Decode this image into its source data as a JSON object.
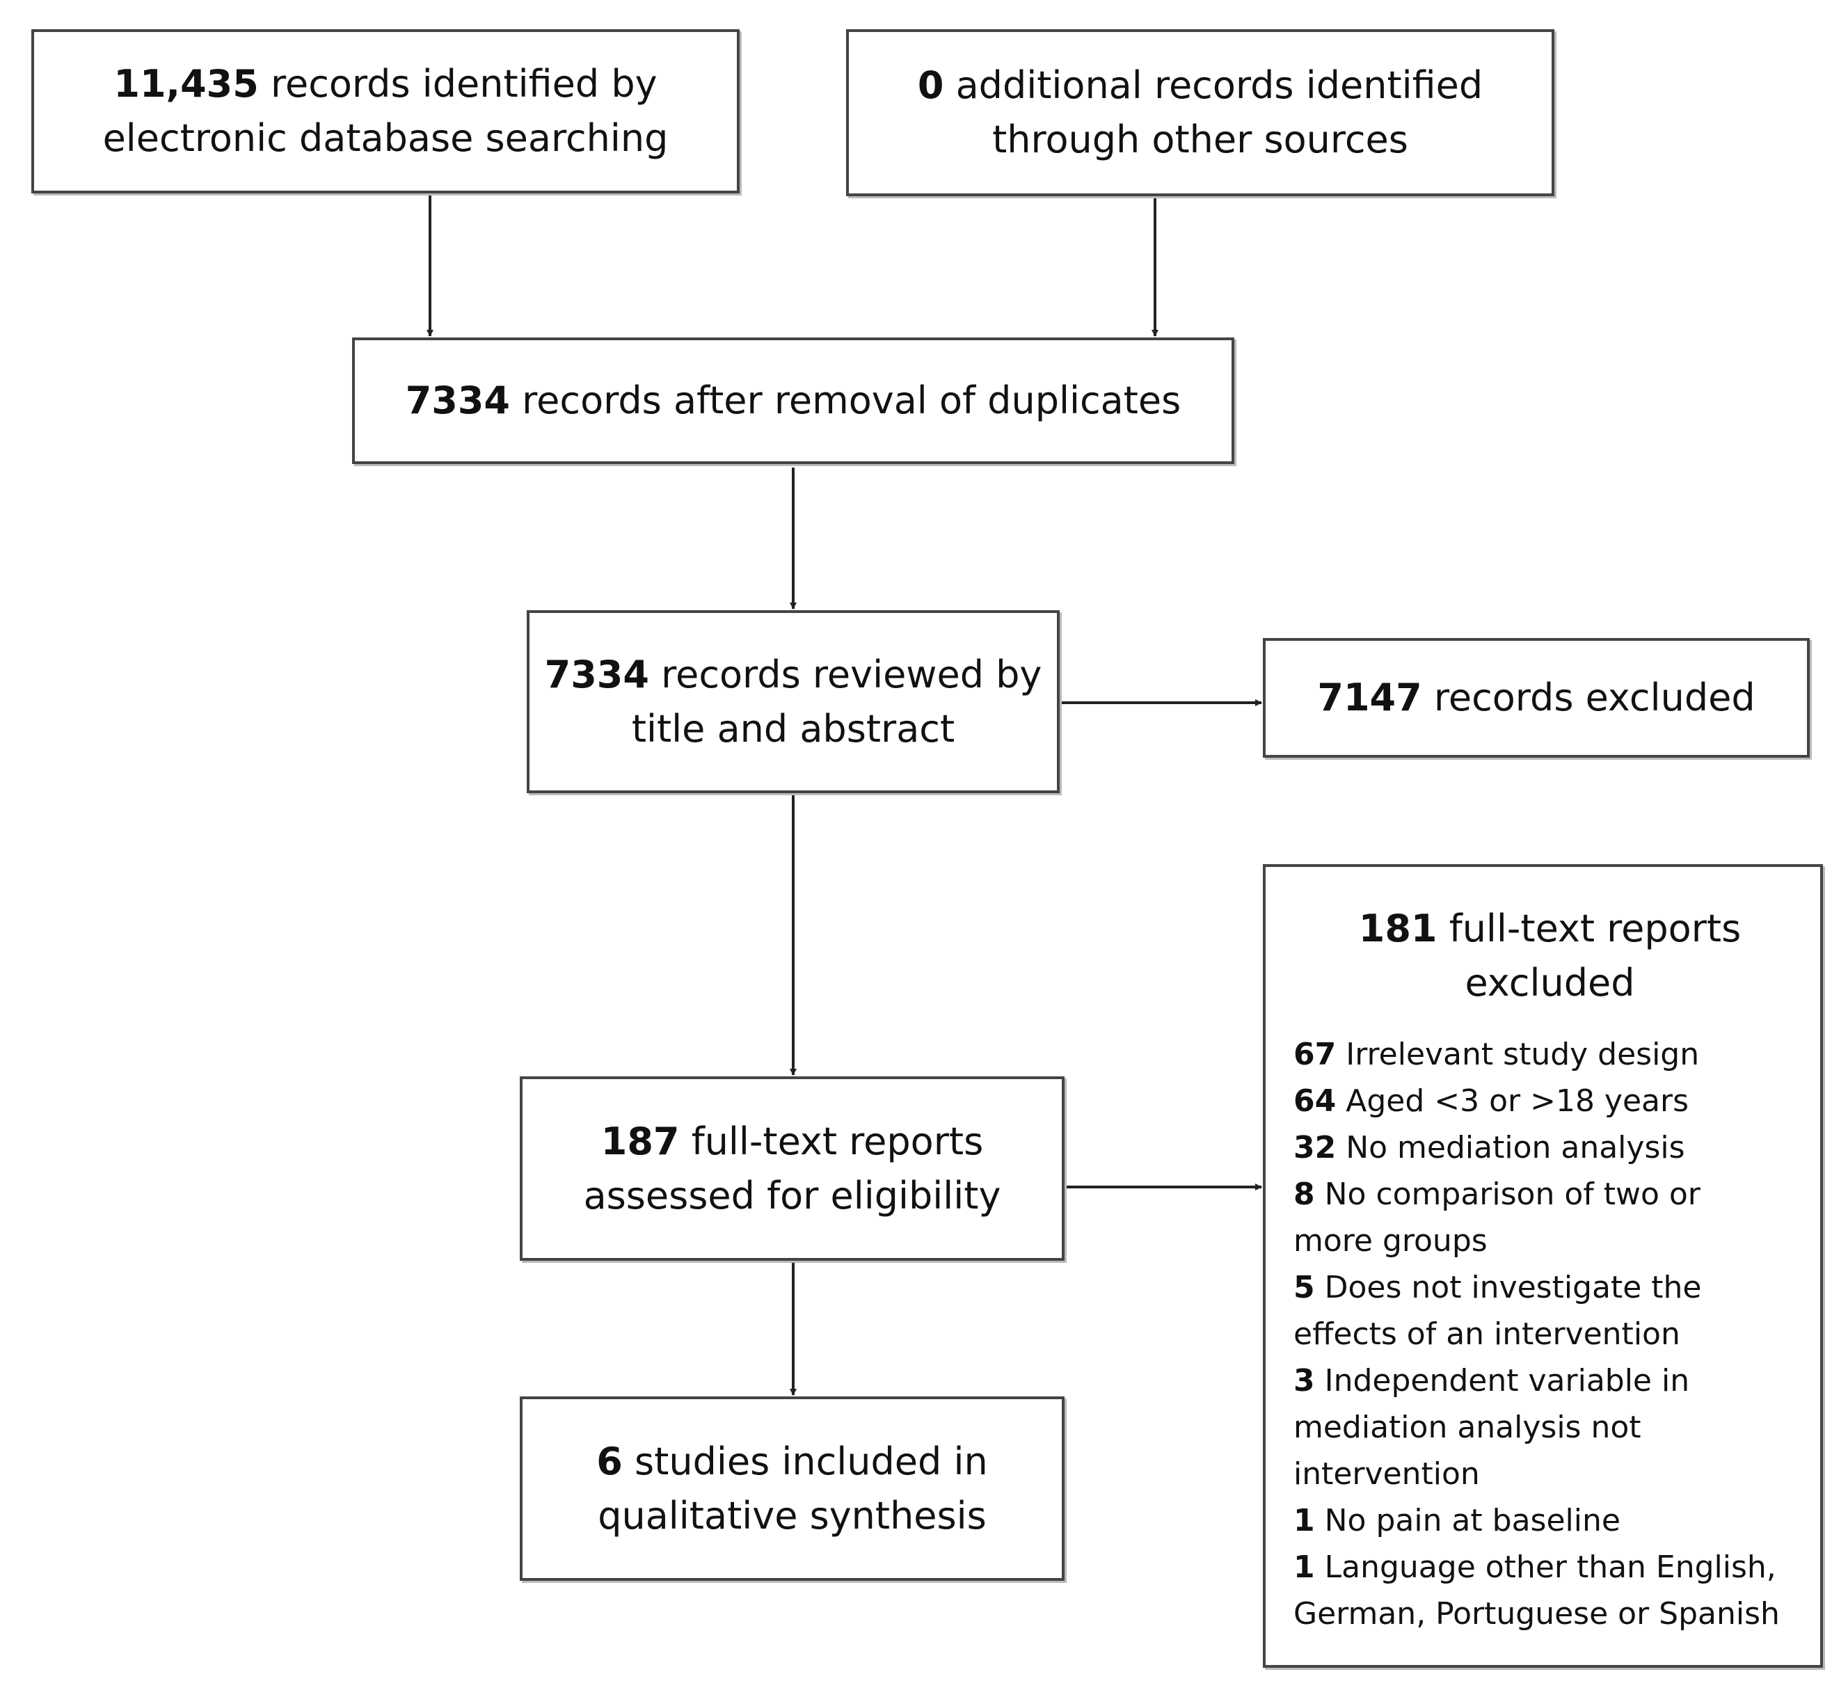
{
  "boxes": {
    "identified_db": {
      "count": "11,435",
      "line1": "records identified by",
      "line2": "electronic database searching"
    },
    "identified_other": {
      "count": "0",
      "line1": "additional records identified",
      "line2": "through other sources"
    },
    "after_duplicates": {
      "count": "7334",
      "line1": "records after removal of duplicates"
    },
    "reviewed": {
      "count": "7334",
      "line1": "records reviewed by",
      "line2": "title and abstract"
    },
    "excluded_records": {
      "count": "7147",
      "line1": "records excluded"
    },
    "fulltext_assessed": {
      "count": "187",
      "line1": "full-text reports",
      "line2": "assessed for eligibility"
    },
    "included": {
      "count": "6",
      "line1": "studies included in",
      "line2": "qualitative synthesis"
    },
    "fulltext_excluded": {
      "count": "181",
      "line1": "full-text reports",
      "line2": "excluded",
      "reasons": [
        {
          "count": "67",
          "lines": [
            "Irrelevant study design"
          ]
        },
        {
          "count": "64",
          "lines": [
            "Aged <3 or >18 years"
          ]
        },
        {
          "count": "32",
          "lines": [
            "No mediation analysis"
          ]
        },
        {
          "count": "8",
          "lines": [
            "No comparison of two or",
            "more groups"
          ]
        },
        {
          "count": "5",
          "lines": [
            "Does not investigate the",
            "effects of an intervention"
          ]
        },
        {
          "count": "3",
          "lines": [
            "Independent variable in",
            "mediation analysis not",
            "intervention"
          ]
        },
        {
          "count": "1",
          "lines": [
            "No pain at baseline"
          ]
        },
        {
          "count": "1",
          "lines": [
            "Language other than English,",
            "German, Portuguese or Spanish"
          ]
        }
      ]
    }
  }
}
